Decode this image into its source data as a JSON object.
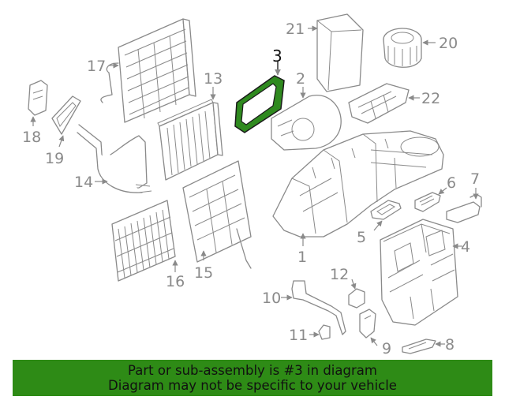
{
  "diagram": {
    "highlighted_callout": "3",
    "highlight_color": "#2f8a1f",
    "callouts": [
      "1",
      "2",
      "3",
      "4",
      "5",
      "6",
      "7",
      "8",
      "9",
      "10",
      "11",
      "12",
      "13",
      "14",
      "15",
      "16",
      "17",
      "18",
      "19",
      "20",
      "21",
      "22"
    ]
  },
  "banner": {
    "line1": "Part or sub-assembly is #3 in diagram",
    "line2": "Diagram may not be specific to your vehicle",
    "background": "#2e8b16"
  }
}
